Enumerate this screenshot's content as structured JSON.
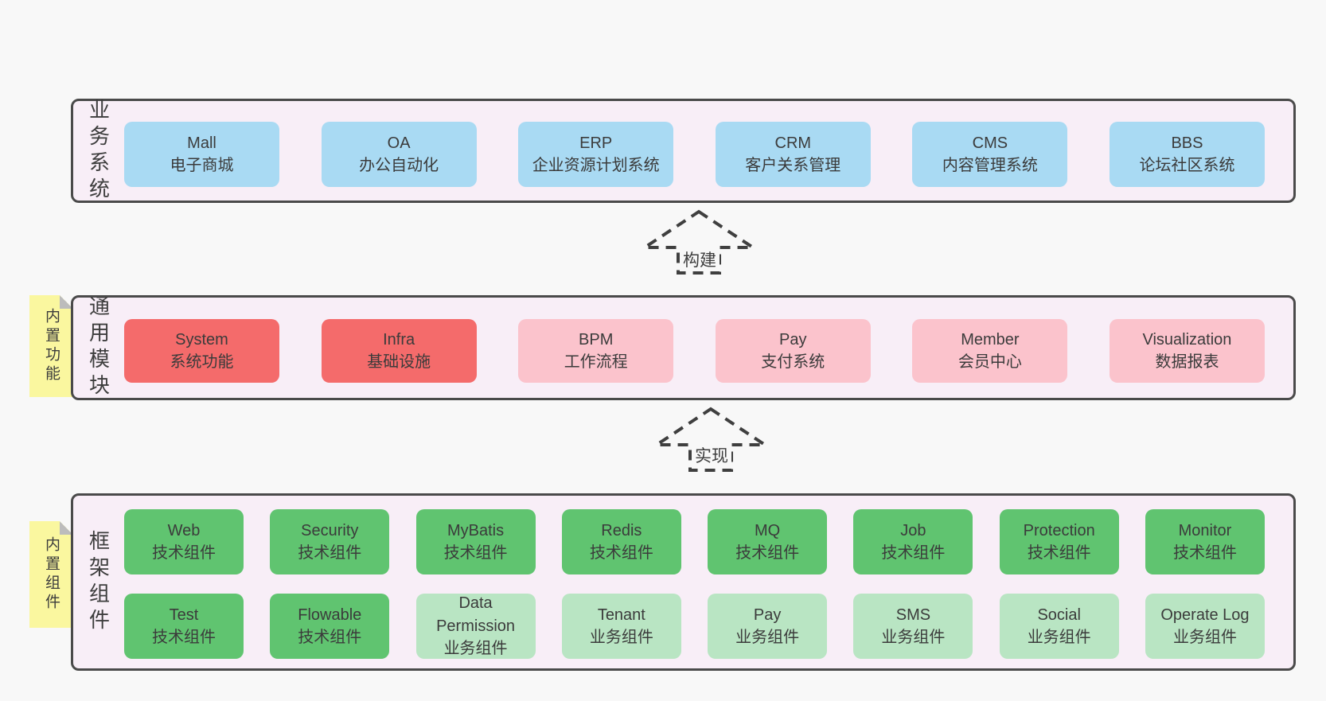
{
  "colors": {
    "page_bg": "#f8f8f8",
    "container_bg": "#f8eef7",
    "container_border": "#4a4a4a",
    "box_blue": "#a9daf3",
    "box_red": "#f46b6b",
    "box_pink": "#fbc3cc",
    "box_green": "#60c470",
    "box_light_green": "#b9e5c3",
    "sticky_yellow": "#faf79f",
    "sticky_fold": "#bcbcbc",
    "text": "#3b3b3b"
  },
  "layer1": {
    "label": "业务系统",
    "boxes": [
      {
        "en": "Mall",
        "zh": "电子商城",
        "type": "blue"
      },
      {
        "en": "OA",
        "zh": "办公自动化",
        "type": "blue"
      },
      {
        "en": "ERP",
        "zh": "企业资源计划系统",
        "type": "blue"
      },
      {
        "en": "CRM",
        "zh": "客户关系管理",
        "type": "blue"
      },
      {
        "en": "CMS",
        "zh": "内容管理系统",
        "type": "blue"
      },
      {
        "en": "BBS",
        "zh": "论坛社区系统",
        "type": "blue"
      }
    ]
  },
  "arrow_build": {
    "label": "构建"
  },
  "layer2": {
    "label": "通用模块",
    "sticky": "内置功能",
    "boxes": [
      {
        "en": "System",
        "zh": "系统功能",
        "type": "red"
      },
      {
        "en": "Infra",
        "zh": "基础设施",
        "type": "red"
      },
      {
        "en": "BPM",
        "zh": "工作流程",
        "type": "pink"
      },
      {
        "en": "Pay",
        "zh": "支付系统",
        "type": "pink"
      },
      {
        "en": "Member",
        "zh": "会员中心",
        "type": "pink"
      },
      {
        "en": "Visualization",
        "zh": "数据报表",
        "type": "pink"
      }
    ]
  },
  "arrow_implement": {
    "label": "实现"
  },
  "layer3": {
    "label": "框架组件",
    "sticky": "内置组件",
    "row1": [
      {
        "en": "Web",
        "zh": "技术组件",
        "type": "green"
      },
      {
        "en": "Security",
        "zh": "技术组件",
        "type": "green"
      },
      {
        "en": "MyBatis",
        "zh": "技术组件",
        "type": "green"
      },
      {
        "en": "Redis",
        "zh": "技术组件",
        "type": "green"
      },
      {
        "en": "MQ",
        "zh": "技术组件",
        "type": "green"
      },
      {
        "en": "Job",
        "zh": "技术组件",
        "type": "green"
      },
      {
        "en": "Protection",
        "zh": "技术组件",
        "type": "green"
      },
      {
        "en": "Monitor",
        "zh": "技术组件",
        "type": "green"
      }
    ],
    "row2": [
      {
        "en": "Test",
        "zh": "技术组件",
        "type": "green"
      },
      {
        "en": "Flowable",
        "zh": "技术组件",
        "type": "green"
      },
      {
        "en": "Data Permission",
        "zh": "业务组件",
        "type": "lightgreen"
      },
      {
        "en": "Tenant",
        "zh": "业务组件",
        "type": "lightgreen"
      },
      {
        "en": "Pay",
        "zh": "业务组件",
        "type": "lightgreen"
      },
      {
        "en": "SMS",
        "zh": "业务组件",
        "type": "lightgreen"
      },
      {
        "en": "Social",
        "zh": "业务组件",
        "type": "lightgreen"
      },
      {
        "en": "Operate Log",
        "zh": "业务组件",
        "type": "lightgreen"
      }
    ]
  }
}
